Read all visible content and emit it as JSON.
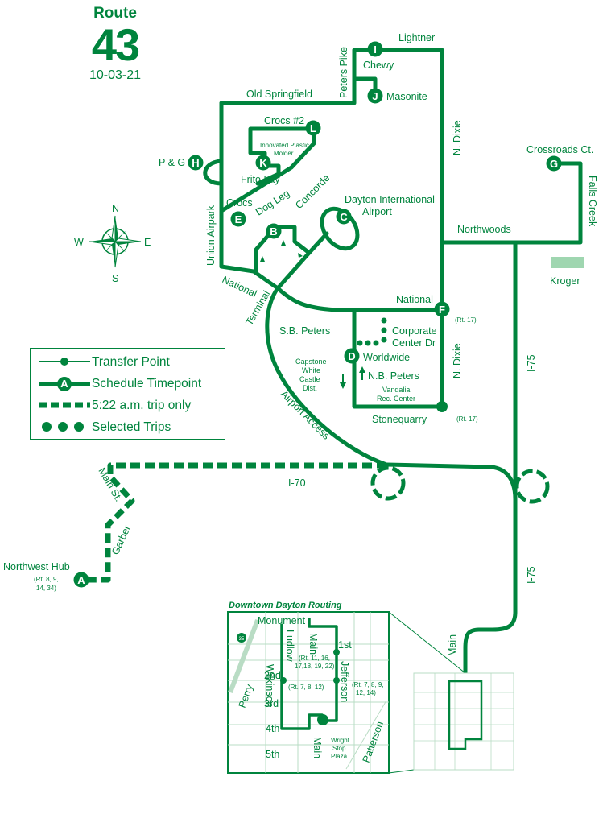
{
  "header": {
    "route_word": "Route",
    "route_number": "43",
    "date": "10-03-21"
  },
  "colors": {
    "route": "#00843d",
    "kroger": "#9fd6b0",
    "grid": "#b9dcc4"
  },
  "timepoints": [
    {
      "letter": "A",
      "name": "Northwest Hub",
      "note": "(Rt. 8, 9,",
      "note2": "14, 34)"
    },
    {
      "letter": "B",
      "name": "Dog Leg"
    },
    {
      "letter": "C",
      "name": "Dayton International",
      "name2": "Airport"
    },
    {
      "letter": "D",
      "name": "Worldwide"
    },
    {
      "letter": "E",
      "name": "Crocs"
    },
    {
      "letter": "F",
      "name": "National",
      "note": "(Rt. 17)"
    },
    {
      "letter": "G",
      "name": "Crossroads Ct."
    },
    {
      "letter": "H",
      "name": "P & G"
    },
    {
      "letter": "I",
      "name": "Chewy"
    },
    {
      "letter": "J",
      "name": "Masonite"
    },
    {
      "letter": "K",
      "name": "Frito Lay"
    },
    {
      "letter": "L",
      "name": "Crocs #2"
    }
  ],
  "streets": {
    "lightner": "Lightner",
    "peters_pike": "Peters Pike",
    "old_springfield": "Old Springfield",
    "n_dixie": "N. Dixie",
    "n_dixie_2": "N. Dixie",
    "falls_creek": "Falls Creek",
    "northwoods": "Northwoods",
    "kroger": "Kroger",
    "union_airpark": "Union Airpark",
    "concorde": "Concorde",
    "national_west": "National",
    "terminal": "Terminal",
    "sb_peters": "S.B. Peters",
    "corporate_center": "Corporate",
    "corporate_center_2": "Center Dr",
    "nb_peters": "N.B. Peters",
    "capstone": "Capstone",
    "capstone_2": "White",
    "capstone_3": "Castle",
    "capstone_4": "Dist.",
    "vandalia": "Vandalia",
    "vandalia_2": "Rec. Center",
    "stonequarry": "Stonequarry",
    "stonequarry_note": "(Rt. 17)",
    "airport_access": "Airport Access",
    "i70": "I-70",
    "i75_north": "I-75",
    "i75_south": "I-75",
    "main_st": "Main St.",
    "garber": "Garber",
    "main": "Main",
    "innovated": "Innovated Plastic",
    "innovated_2": "Molder"
  },
  "compass": {
    "n": "N",
    "s": "S",
    "e": "E",
    "w": "W"
  },
  "legend": [
    {
      "label": "Transfer Point"
    },
    {
      "label": "Schedule Timepoint",
      "letter": "A"
    },
    {
      "label": "5:22  a.m. trip only"
    },
    {
      "label": "Selected Trips"
    }
  ],
  "downtown": {
    "title": "Downtown Dayton Routing",
    "monument": "Monument",
    "wilkinson": "Wilkinson",
    "ludlow": "Ludlow",
    "main_n": "Main",
    "first": "1st",
    "second": "2nd",
    "third": "3rd",
    "fourth": "4th",
    "fifth": "5th",
    "perry": "Perry",
    "patterson": "Patterson",
    "jefferson": "Jefferson",
    "main_s": "Main",
    "wsp": "Wright",
    "wsp2": "Stop",
    "wsp3": "Plaza",
    "note_main_1": "(Rt. 11, 16,",
    "note_main_2": "17,18, 19, 22)",
    "note_ludlow": "(Rt. 7, 8, 12)",
    "note_jeff_1": "(Rt. 7, 8, 9,",
    "note_jeff_2": "12, 14)",
    "hwy_shield": "35"
  }
}
